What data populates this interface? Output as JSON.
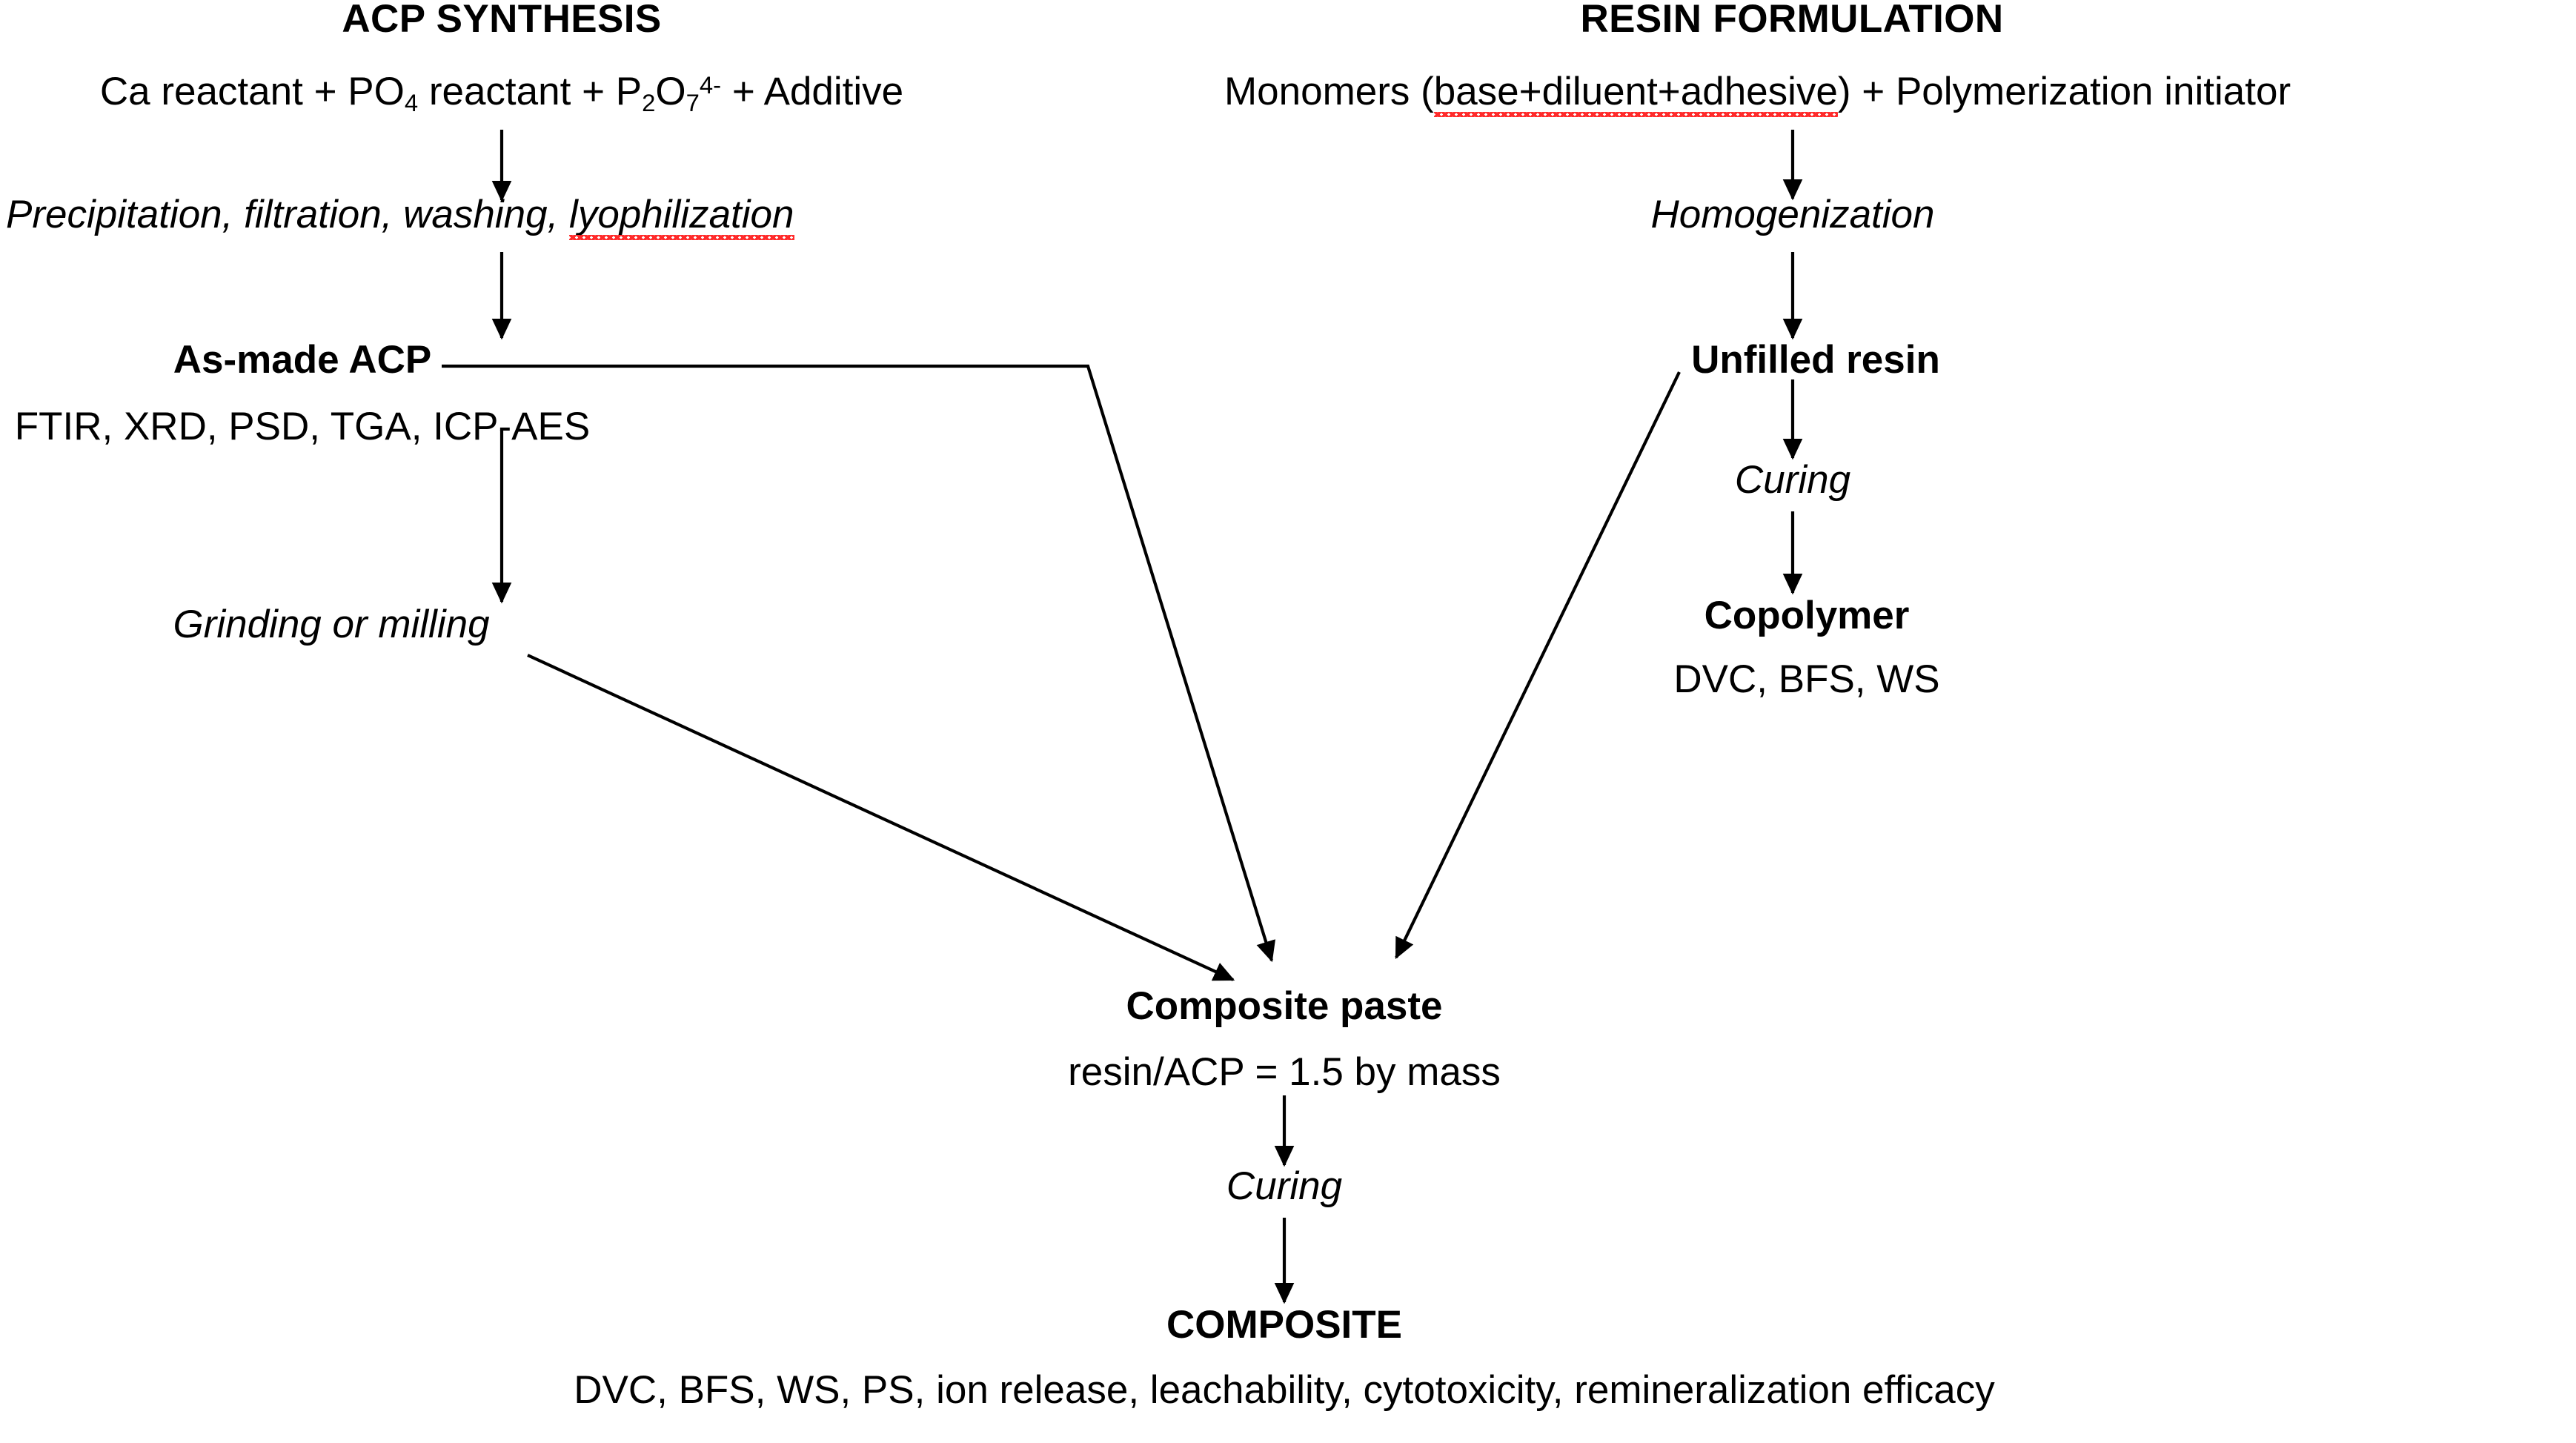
{
  "diagram": {
    "type": "flowchart",
    "background_color": "#ffffff",
    "line_color": "#000000",
    "spellcheck_underline_color": "#ff2b2b"
  },
  "columns": {
    "left": {
      "heading": "ACP SYNTHESIS",
      "inputs_prefix": "Ca reactant + PO",
      "inputs_sub1": "4",
      "inputs_mid": " reactant + P",
      "inputs_sub2": "2",
      "inputs_o": "O",
      "inputs_sub3": "7",
      "inputs_sup": "4-",
      "inputs_suffix": " + Additive",
      "step1": "Precipitation, filtration, washing, ",
      "step1_misspelled": "lyophilization",
      "product": "As-made ACP",
      "product_methods": "FTIR, XRD, PSD, TGA, ICP-AES",
      "step2": "Grinding or milling"
    },
    "right": {
      "heading": "RESIN FORMULATION",
      "inputs_prefix": "Monomers (",
      "inputs_misspelled": "base+diluent+adhesive",
      "inputs_suffix": ") + Polymerization initiator",
      "step1": "Homogenization",
      "product": "Unfilled resin",
      "step2": "Curing",
      "product2": "Copolymer",
      "product2_methods": "DVC, BFS, WS"
    },
    "center": {
      "product": "Composite paste",
      "product_detail": "resin/ACP = 1.5 by mass",
      "step": "Curing",
      "final": "COMPOSITE",
      "final_methods": "DVC, BFS, WS, PS, ion release, leachability, cytotoxicity, remineralization efficacy"
    }
  }
}
